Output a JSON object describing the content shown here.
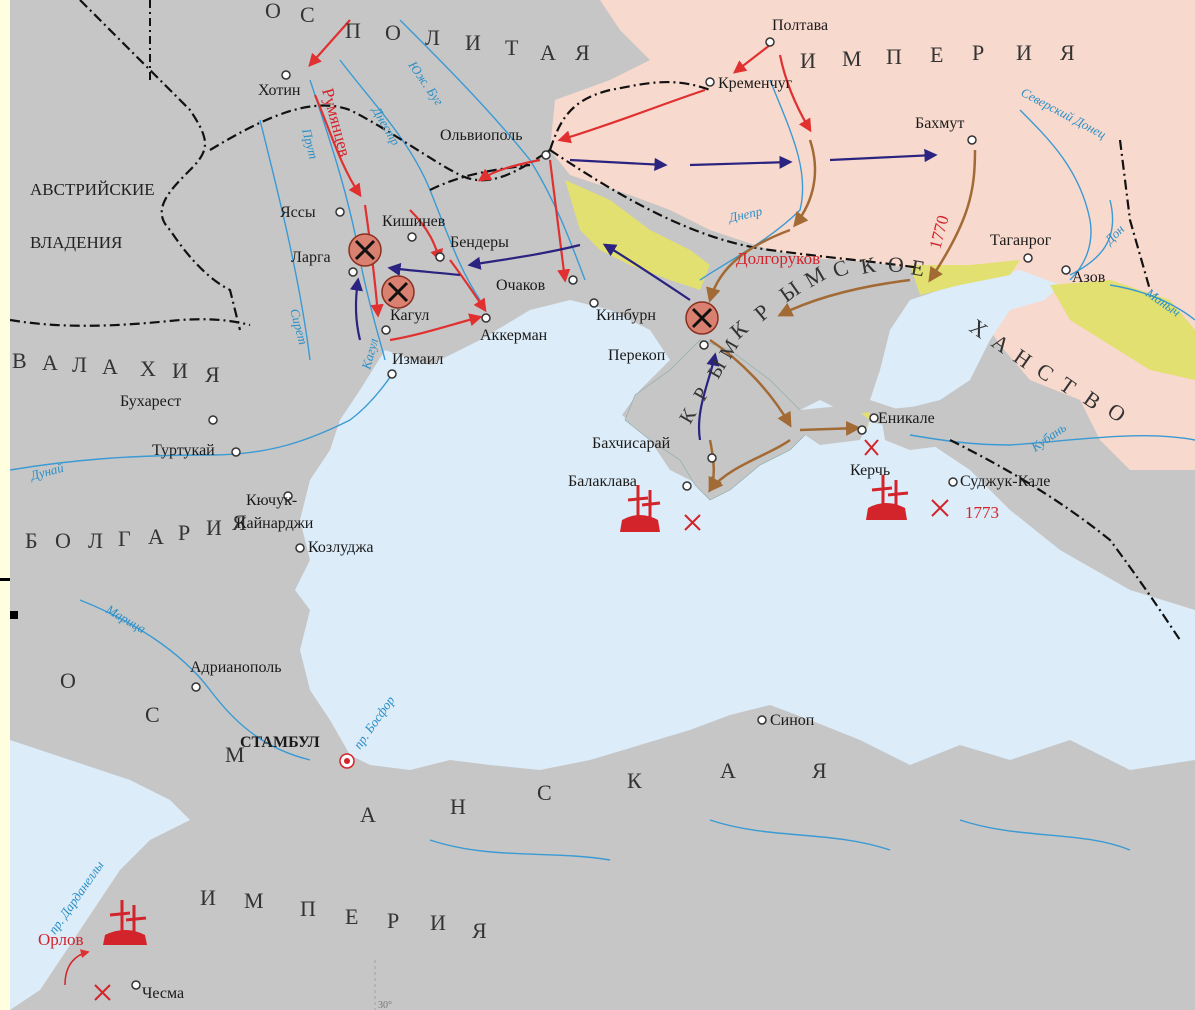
{
  "colors": {
    "land": "#c6c6c6",
    "sea": "#dcecf8",
    "russia": "#f8d9cd",
    "crimea_steppe": "#e1e070",
    "river": "#3a9ad4",
    "russian_army": "#e03030",
    "turkish_army": "#2a2380",
    "crimea_army": "#a26a35",
    "border": "#111111",
    "page_bg": "#FFFFE0"
  },
  "regions": {
    "austria": "АВСТРИЙСКИЕ ВЛАДЕНИЯ",
    "austria_l1": "АВСТРИЙСКИЕ",
    "austria_l2": "ВЛАДЕНИЯ",
    "rzecz": [
      "О",
      "С",
      "П",
      "О",
      "Л",
      "И",
      "Т",
      "А",
      "Я"
    ],
    "empire_ru": [
      "И",
      "М",
      "П",
      "Е",
      "Р",
      "И",
      "Я"
    ],
    "wallachia": [
      "В",
      "А",
      "Л",
      "А",
      "Х",
      "И",
      "Я"
    ],
    "bulgaria": [
      "Б",
      "О",
      "Л",
      "Г",
      "А",
      "Р",
      "И",
      "Я"
    ],
    "ottoman_1": [
      "О",
      "С",
      "М"
    ],
    "ottoman_2": [
      "А",
      "Н",
      "С",
      "К",
      "А",
      "Я"
    ],
    "ottoman_empire": [
      "И",
      "М",
      "П",
      "Е",
      "Р",
      "И",
      "Я"
    ],
    "crimea": [
      "К",
      "Р",
      "Ы",
      "М",
      "С",
      "К",
      "О",
      "Е"
    ],
    "khanate": [
      "Х",
      "А",
      "Н",
      "С",
      "Т",
      "В",
      "О"
    ],
    "crimea_peninsula": [
      "К",
      "Р",
      "Ы",
      "М"
    ]
  },
  "cities": {
    "poltava": "Полтава",
    "kremenchug": "Кременчуг",
    "bakhmut": "Бахмут",
    "khotin": "Хотин",
    "olviopol": "Ольвиополь",
    "yassy": "Яссы",
    "kishinev": "Кишинев",
    "bendery": "Бендеры",
    "larga": "Ларга",
    "kagul": "Кагул",
    "izmail": "Измаил",
    "ochakov": "Очаков",
    "akkerman": "Аккерман",
    "kinburn": "Кинбурн",
    "perekop": "Перекоп",
    "taganrog": "Таганрог",
    "azov": "Азов",
    "enikale": "Еникале",
    "kerch": "Керчь",
    "sudzhuk": "Суджук-Кале",
    "bakhchisaray": "Бахчисарай",
    "balaklava": "Балаклава",
    "bukharest": "Бухарест",
    "turtukay": "Туртукай",
    "kuchuk_1": "Кючук-",
    "kuchuk_2": "Кайнарджи",
    "kozludzha": "Козлуджа",
    "adrianopol": "Адрианополь",
    "stambul": "СТАМБУЛ",
    "sinop": "Синоп",
    "chesma": "Чесма"
  },
  "rivers": {
    "yuzh_bug": "Юж. Буг",
    "dnestr": "Днестр",
    "prut": "Прут",
    "siret": "Сирет",
    "dnepr": "Днепр",
    "seversky_donets": "Северский Донец",
    "don": "Дон",
    "manych": "Маныч",
    "kuban": "Кубань",
    "dunay": "Дунай",
    "maritsa": "Марица",
    "bosfor": "пр. Босфор",
    "dardanelly": "пр. Дарданеллы",
    "kagul_river": "Кагул"
  },
  "commanders": {
    "rumyantsev": "Румянцев",
    "dolgorukov": "Долгоруков",
    "orlov": "Орлов"
  },
  "years": {
    "y1770": "1770",
    "y1773": "1773"
  },
  "graticule": "30°"
}
